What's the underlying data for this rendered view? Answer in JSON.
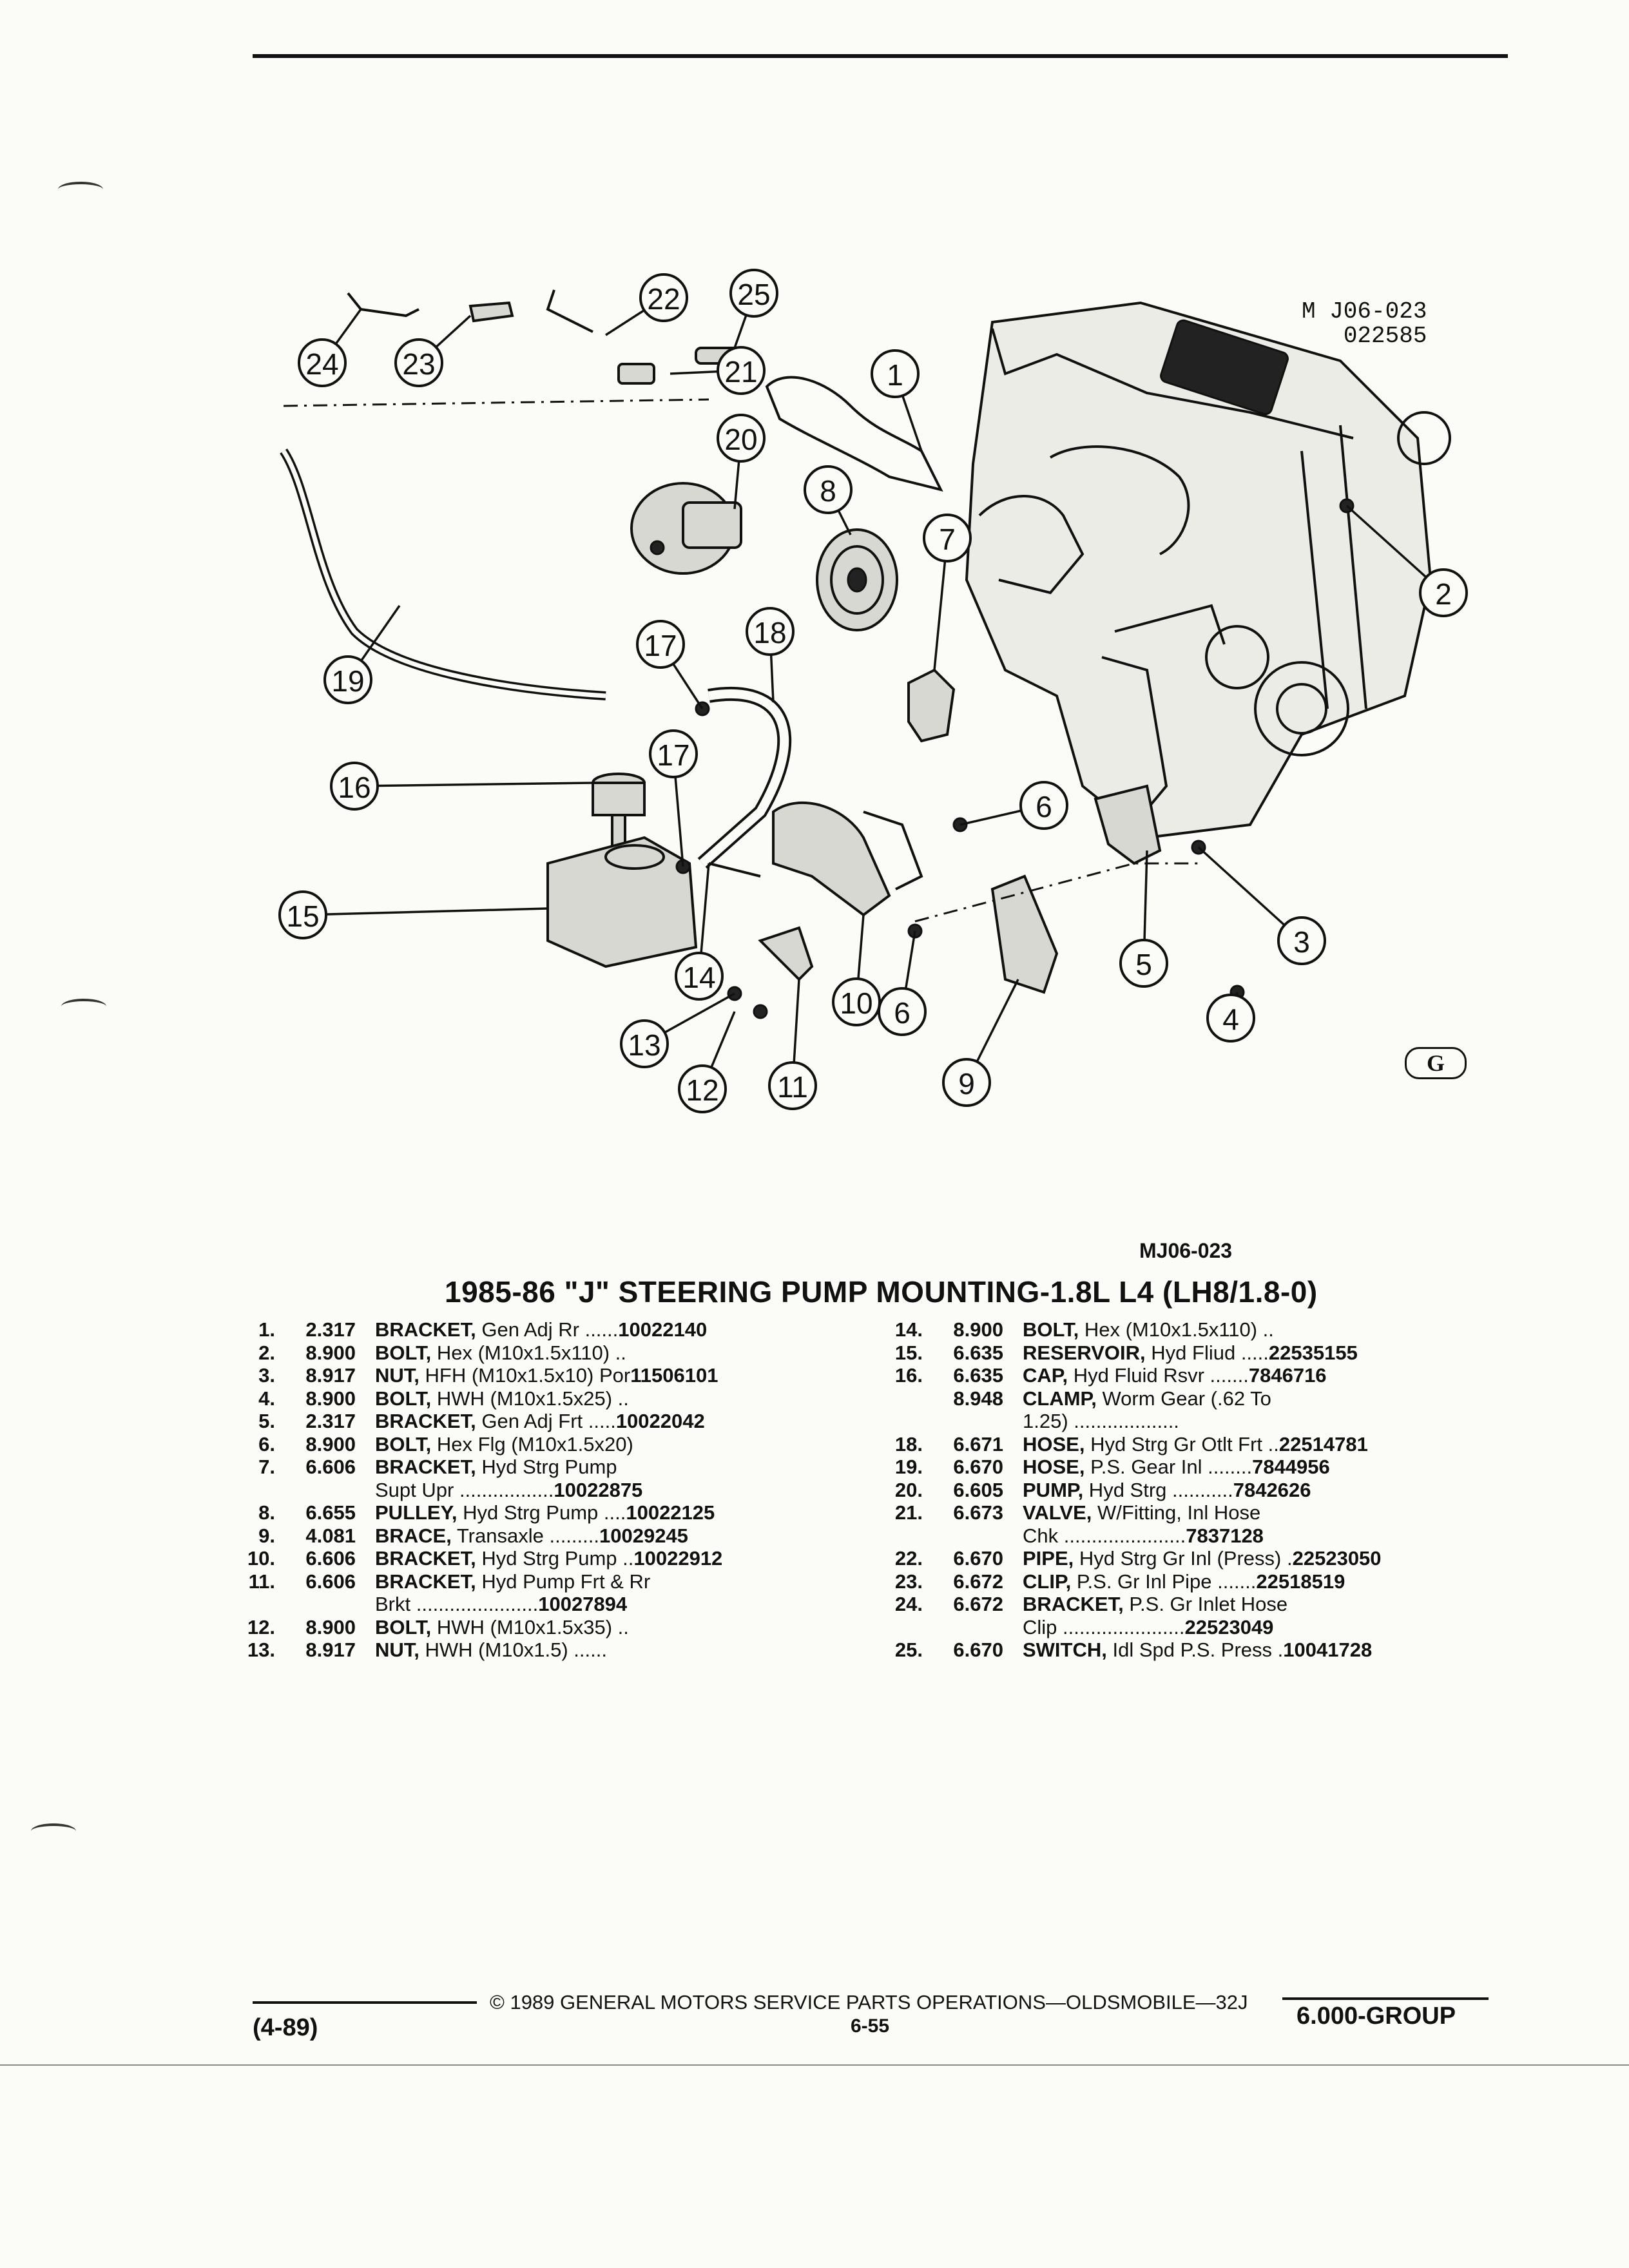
{
  "figure": {
    "id_label": "M J06-023",
    "date_label": "022585",
    "logo": "G",
    "code": "MJ06-023",
    "callouts": [
      "1",
      "2",
      "3",
      "4",
      "5",
      "6",
      "6",
      "7",
      "8",
      "9",
      "10",
      "11",
      "12",
      "13",
      "14",
      "15",
      "16",
      "17",
      "17",
      "18",
      "19",
      "20",
      "21",
      "22",
      "23",
      "24",
      "25"
    ]
  },
  "title": "1985-86 \"J\" STEERING PUMP MOUNTING-1.8L L4 (LH8/1.8-0)",
  "parts_left": [
    {
      "num": "1.",
      "grp": "2.317",
      "name": "BRACKET,",
      "desc": " Gen Adj Rr ......",
      "pn": "10022140"
    },
    {
      "num": "2.",
      "grp": "8.900",
      "name": "BOLT,",
      "desc": " Hex (M10x1.5x110) ..",
      "pn": ""
    },
    {
      "num": "3.",
      "grp": "8.917",
      "name": "NUT,",
      "desc": " HFH (M10x1.5x10) Por ",
      "pn": "11506101"
    },
    {
      "num": "4.",
      "grp": "8.900",
      "name": "BOLT,",
      "desc": " HWH (M10x1.5x25) ..",
      "pn": ""
    },
    {
      "num": "5.",
      "grp": "2.317",
      "name": "BRACKET,",
      "desc": " Gen Adj Frt .....",
      "pn": "10022042"
    },
    {
      "num": "6.",
      "grp": "8.900",
      "name": "BOLT,",
      "desc": " Hex Flg (M10x1.5x20)",
      "pn": ""
    },
    {
      "num": "7.",
      "grp": "6.606",
      "name": "BRACKET,",
      "desc": " Hyd Strg Pump",
      "pn": ""
    },
    {
      "cont": "Supt Upr .................",
      "pn": "10022875"
    },
    {
      "num": "8.",
      "grp": "6.655",
      "name": "PULLEY,",
      "desc": " Hyd Strg Pump ....",
      "pn": "10022125"
    },
    {
      "num": "9.",
      "grp": "4.081",
      "name": "BRACE,",
      "desc": " Transaxle .........",
      "pn": "10029245"
    },
    {
      "num": "10.",
      "grp": "6.606",
      "name": "BRACKET,",
      "desc": " Hyd Strg Pump ..",
      "pn": "10022912"
    },
    {
      "num": "11.",
      "grp": "6.606",
      "name": "BRACKET,",
      "desc": " Hyd Pump Frt & Rr",
      "pn": ""
    },
    {
      "cont": "Brkt ......................",
      "pn": "10027894"
    },
    {
      "num": "12.",
      "grp": "8.900",
      "name": "BOLT,",
      "desc": " HWH (M10x1.5x35) ..",
      "pn": ""
    },
    {
      "num": "13.",
      "grp": "8.917",
      "name": "NUT,",
      "desc": " HWH (M10x1.5) ......",
      "pn": ""
    }
  ],
  "parts_right": [
    {
      "num": "14.",
      "grp": "8.900",
      "name": "BOLT,",
      "desc": " Hex (M10x1.5x110) ..",
      "pn": ""
    },
    {
      "num": "15.",
      "grp": "6.635",
      "name": "RESERVOIR,",
      "desc": " Hyd Fliud .....",
      "pn": "22535155"
    },
    {
      "num": "16.",
      "grp": "6.635",
      "name": "CAP,",
      "desc": " Hyd Fluid Rsvr .......",
      "pn": "7846716"
    },
    {
      "num": "",
      "grp": "8.948",
      "name": "CLAMP,",
      "desc": " Worm Gear (.62 To",
      "pn": ""
    },
    {
      "cont": "1.25) ...................",
      "pn": ""
    },
    {
      "num": "18.",
      "grp": "6.671",
      "name": "HOSE,",
      "desc": " Hyd Strg Gr Otlt Frt ..",
      "pn": "22514781"
    },
    {
      "num": "19.",
      "grp": "6.670",
      "name": "HOSE,",
      "desc": " P.S. Gear Inl ........",
      "pn": "7844956"
    },
    {
      "num": "20.",
      "grp": "6.605",
      "name": "PUMP,",
      "desc": " Hyd Strg ...........",
      "pn": "7842626"
    },
    {
      "num": "21.",
      "grp": "6.673",
      "name": "VALVE,",
      "desc": " W/Fitting, Inl Hose",
      "pn": ""
    },
    {
      "cont": "Chk ......................",
      "pn": "7837128"
    },
    {
      "num": "22.",
      "grp": "6.670",
      "name": "PIPE,",
      "desc": " Hyd Strg Gr Inl (Press) .",
      "pn": "22523050"
    },
    {
      "num": "23.",
      "grp": "6.672",
      "name": "CLIP,",
      "desc": " P.S. Gr Inl Pipe .......",
      "pn": "22518519"
    },
    {
      "num": "24.",
      "grp": "6.672",
      "name": "BRACKET,",
      "desc": " P.S. Gr Inlet Hose",
      "pn": ""
    },
    {
      "cont": "Clip ......................",
      "pn": "22523049"
    },
    {
      "num": "25.",
      "grp": "6.670",
      "name": "SWITCH,",
      "desc": " Idl Spd P.S. Press .",
      "pn": "10041728"
    }
  ],
  "footer": {
    "copyright": "© 1989 GENERAL MOTORS SERVICE PARTS OPERATIONS—OLDSMOBILE—32J",
    "page": "6-55",
    "date": "(4-89)",
    "group": "6.000-GROUP"
  }
}
